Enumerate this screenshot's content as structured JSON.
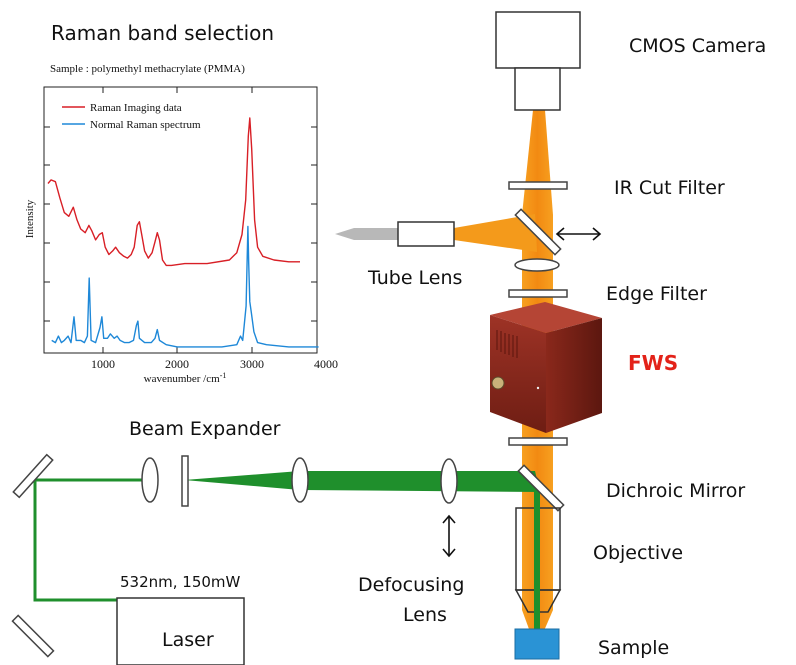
{
  "colors": {
    "orange_beam": "#f28a12",
    "green_beam": "#1f8f2c",
    "raman_red": "#d81f26",
    "raman_blue": "#1e88d8",
    "fws_red_label": "#e32219",
    "fws_box": "#8e2a1e",
    "sample_blue": "#2a93d5",
    "tube_output_gray": "#b8b8b8"
  },
  "labels": {
    "cmos_camera": "CMOS Camera",
    "ir_cut_filter": "IR Cut Filter",
    "tube_lens": "Tube Lens",
    "edge_filter": "Edge Filter",
    "fws": "FWS",
    "beam_expander": "Beam Expander",
    "dichroic_mirror": "Dichroic Mirror",
    "objective": "Objective",
    "defocusing_lens_line1": "Defocusing",
    "defocusing_lens_line2": "Lens",
    "laser": "Laser",
    "laser_spec": "532nm, 150mW",
    "sample": "Sample"
  },
  "inset": {
    "title": "Raman band selection",
    "subtitle": "Sample : polymethyl methacrylate (PMMA)"
  },
  "chart_data": {
    "type": "line",
    "xlabel": "wavenumber /cm",
    "xlabel_sup": "-1",
    "ylabel": "Intensity",
    "xlim": [
      250,
      4000
    ],
    "x_ticks": [
      "1000",
      "2000",
      "3000",
      "4000"
    ],
    "y_ticks_labeled": false,
    "legend_position": "top-left",
    "series": [
      {
        "name": "Raman Imaging data",
        "color": "#d81f26",
        "points": [
          [
            260,
            0.64
          ],
          [
            300,
            0.66
          ],
          [
            360,
            0.65
          ],
          [
            420,
            0.56
          ],
          [
            480,
            0.48
          ],
          [
            540,
            0.46
          ],
          [
            600,
            0.51
          ],
          [
            650,
            0.44
          ],
          [
            700,
            0.39
          ],
          [
            760,
            0.37
          ],
          [
            810,
            0.41
          ],
          [
            850,
            0.38
          ],
          [
            900,
            0.33
          ],
          [
            950,
            0.36
          ],
          [
            990,
            0.37
          ],
          [
            1030,
            0.29
          ],
          [
            1080,
            0.25
          ],
          [
            1130,
            0.27
          ],
          [
            1170,
            0.29
          ],
          [
            1220,
            0.26
          ],
          [
            1280,
            0.24
          ],
          [
            1330,
            0.23
          ],
          [
            1380,
            0.25
          ],
          [
            1420,
            0.29
          ],
          [
            1460,
            0.41
          ],
          [
            1490,
            0.43
          ],
          [
            1520,
            0.36
          ],
          [
            1560,
            0.27
          ],
          [
            1610,
            0.23
          ],
          [
            1660,
            0.26
          ],
          [
            1700,
            0.32
          ],
          [
            1730,
            0.37
          ],
          [
            1760,
            0.33
          ],
          [
            1800,
            0.22
          ],
          [
            1850,
            0.19
          ],
          [
            1920,
            0.19
          ],
          [
            2100,
            0.2
          ],
          [
            2400,
            0.2
          ],
          [
            2700,
            0.22
          ],
          [
            2800,
            0.26
          ],
          [
            2870,
            0.36
          ],
          [
            2920,
            0.55
          ],
          [
            2955,
            0.9
          ],
          [
            2975,
            1.0
          ],
          [
            3000,
            0.83
          ],
          [
            3040,
            0.44
          ],
          [
            3080,
            0.29
          ],
          [
            3150,
            0.24
          ],
          [
            3300,
            0.22
          ],
          [
            3500,
            0.21
          ],
          [
            3650,
            0.21
          ]
        ]
      },
      {
        "name": "Normal Raman spectrum",
        "color": "#1e88d8",
        "points": [
          [
            310,
            0.04
          ],
          [
            360,
            0.03
          ],
          [
            400,
            0.06
          ],
          [
            440,
            0.03
          ],
          [
            480,
            0.04
          ],
          [
            530,
            0.06
          ],
          [
            570,
            0.03
          ],
          [
            610,
            0.15
          ],
          [
            640,
            0.04
          ],
          [
            700,
            0.04
          ],
          [
            750,
            0.03
          ],
          [
            790,
            0.06
          ],
          [
            815,
            0.33
          ],
          [
            840,
            0.04
          ],
          [
            900,
            0.03
          ],
          [
            960,
            0.1
          ],
          [
            985,
            0.15
          ],
          [
            1010,
            0.05
          ],
          [
            1060,
            0.05
          ],
          [
            1100,
            0.07
          ],
          [
            1150,
            0.05
          ],
          [
            1190,
            0.06
          ],
          [
            1230,
            0.04
          ],
          [
            1290,
            0.03
          ],
          [
            1350,
            0.03
          ],
          [
            1410,
            0.04
          ],
          [
            1450,
            0.11
          ],
          [
            1470,
            0.13
          ],
          [
            1490,
            0.05
          ],
          [
            1560,
            0.03
          ],
          [
            1650,
            0.03
          ],
          [
            1700,
            0.05
          ],
          [
            1730,
            0.09
          ],
          [
            1760,
            0.04
          ],
          [
            1850,
            0.02
          ],
          [
            2000,
            0.01
          ],
          [
            2300,
            0.01
          ],
          [
            2600,
            0.01
          ],
          [
            2800,
            0.02
          ],
          [
            2850,
            0.06
          ],
          [
            2880,
            0.04
          ],
          [
            2900,
            0.11
          ],
          [
            2925,
            0.2
          ],
          [
            2950,
            0.57
          ],
          [
            2960,
            0.4
          ],
          [
            2975,
            0.22
          ],
          [
            2995,
            0.17
          ],
          [
            3030,
            0.08
          ],
          [
            3080,
            0.03
          ],
          [
            3200,
            0.02
          ],
          [
            3500,
            0.01
          ],
          [
            3700,
            0.01
          ],
          [
            3900,
            0.01
          ]
        ]
      }
    ]
  }
}
